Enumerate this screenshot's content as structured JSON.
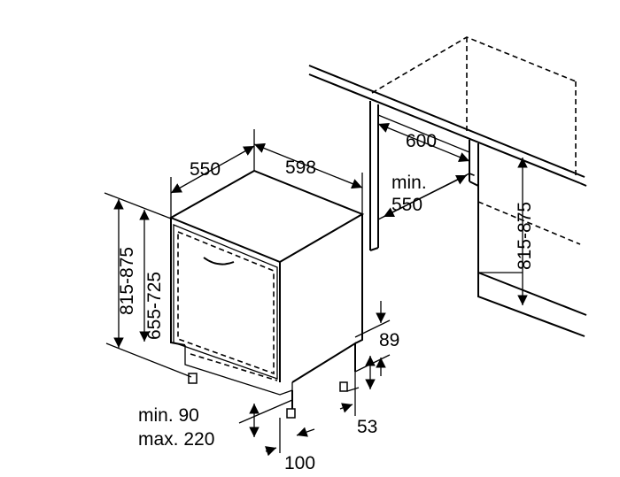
{
  "labels": {
    "depth_550": "550",
    "width_598": "598",
    "niche_width_600": "600",
    "niche_min": "min.",
    "niche_min_550": "550",
    "niche_height_815_875": "815-875",
    "height_815_875": "815-875",
    "height_655_725": "655-725",
    "plinth_89": "89",
    "plinth_53": "53",
    "min_90": "min. 90",
    "max_220": "max. 220",
    "setback_100": "100"
  }
}
